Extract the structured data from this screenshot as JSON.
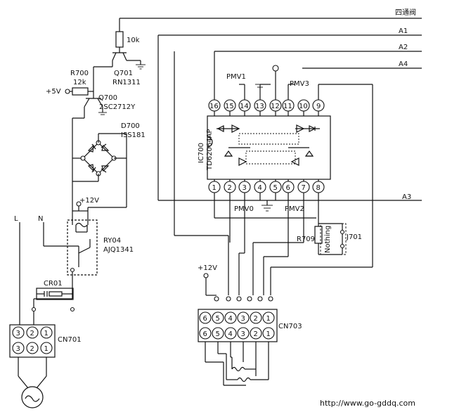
{
  "lines": {
    "four_way": "四通阀",
    "a1": "A1",
    "a2": "A2",
    "a4": "A4",
    "a3": "A3"
  },
  "parts": {
    "r_10k": "10k",
    "q701_name": "Q701",
    "q701_model": "RN1311",
    "r700_name": "R700",
    "r700_value": "12k",
    "plus5v": "+5V",
    "q700_name": "Q700",
    "q700_model": "2SC2712Y",
    "d700_name": "D700",
    "d700_model": "ISS181",
    "plus12v_relay": "+12V",
    "ry04_name": "RY04",
    "ry04_model": "AJQ1341",
    "l": "L",
    "n": "N",
    "cr01": "CR01",
    "cn701": "CN701",
    "ic_name": "IC700",
    "ic_model": "TD62064AP",
    "pmv1": "PMV1",
    "pmv3": "PMV3",
    "pmv0": "PMV0",
    "pmv2": "PMV2",
    "r709": "R709",
    "nothing": "Nothing",
    "j701": "J701",
    "plus12v_conn": "+12V",
    "cn703": "CN703"
  },
  "ic_top_pins": [
    "16",
    "15",
    "14",
    "13",
    "12",
    "11",
    "10",
    "9"
  ],
  "ic_bottom_pins": [
    "1",
    "2",
    "3",
    "4",
    "5",
    "6",
    "7",
    "8"
  ],
  "cn701_rows": [
    [
      "3",
      "2",
      "1"
    ],
    [
      "3",
      "2",
      "1"
    ]
  ],
  "cn703_rows": [
    [
      "6",
      "5",
      "4",
      "3",
      "2",
      "1"
    ],
    [
      "6",
      "5",
      "4",
      "3",
      "2",
      "1"
    ]
  ],
  "website": "http://www.go-gddq.com"
}
